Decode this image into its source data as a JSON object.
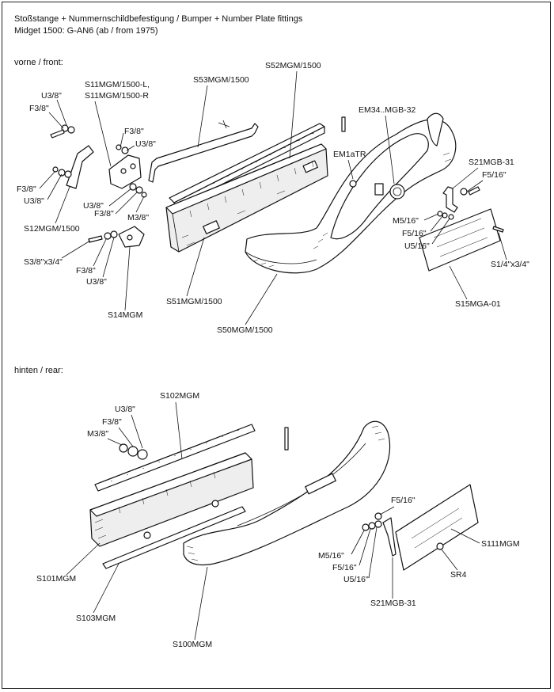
{
  "header": {
    "title": "Stoßstange + Nummernschildbefestigung  / Bumper + Number Plate fittings",
    "subtitle": "Midget 1500: G-AN6 (ab / from 1975)"
  },
  "sections": {
    "front": "vorne / front:",
    "rear": "hinten / rear:"
  },
  "labels": {
    "u38_a": "U3/8\"",
    "f38_a": "F3/8\"",
    "s11": "S11MGM/1500-L,",
    "s11b": "S11MGM/1500-R",
    "s53": "S53MGM/1500",
    "s52": "S52MGM/1500",
    "em34": "EM34..MGB-32",
    "f38_b": "F3/8\"",
    "u38_b": "U3/8\"",
    "em1": "EM1aTR",
    "s21_f": "S21MGB-31",
    "f516_f": "F5/16\"",
    "f38_c": "F3/8\"",
    "u38_c": "U3/8\"",
    "u38_d": "U3/8\"",
    "f38_d": "F3/8\"",
    "m38_f": "M3/8\"",
    "s12": "S12MGM/1500",
    "m516_f": "M5/16\"",
    "f516_f2": "F5/16\"",
    "u516_f": "U5/16\"",
    "s38x34": "S3/8\"x3/4\"",
    "f38_e": "F3/8\"",
    "u38_e": "U3/8\"",
    "s14": "S14MGM",
    "s51": "S51MGM/1500",
    "s50": "S50MGM/1500",
    "s14x34": "S1/4\"x3/4\"",
    "s15": "S15MGA-01",
    "s102": "S102MGM",
    "u38_r": "U3/8\"",
    "f38_r": "F3/8\"",
    "m38_r": "M3/8\"",
    "f516_r": "F5/16\"",
    "s111": "S111MGM",
    "m516_r": "M5/16\"",
    "f516_r2": "F5/16\"",
    "u516_r": "U5/16\"",
    "sr4": "SR4",
    "s101": "S101MGM",
    "s21_r": "S21MGB-31",
    "s103": "S103MGM",
    "s100": "S100MGM"
  }
}
